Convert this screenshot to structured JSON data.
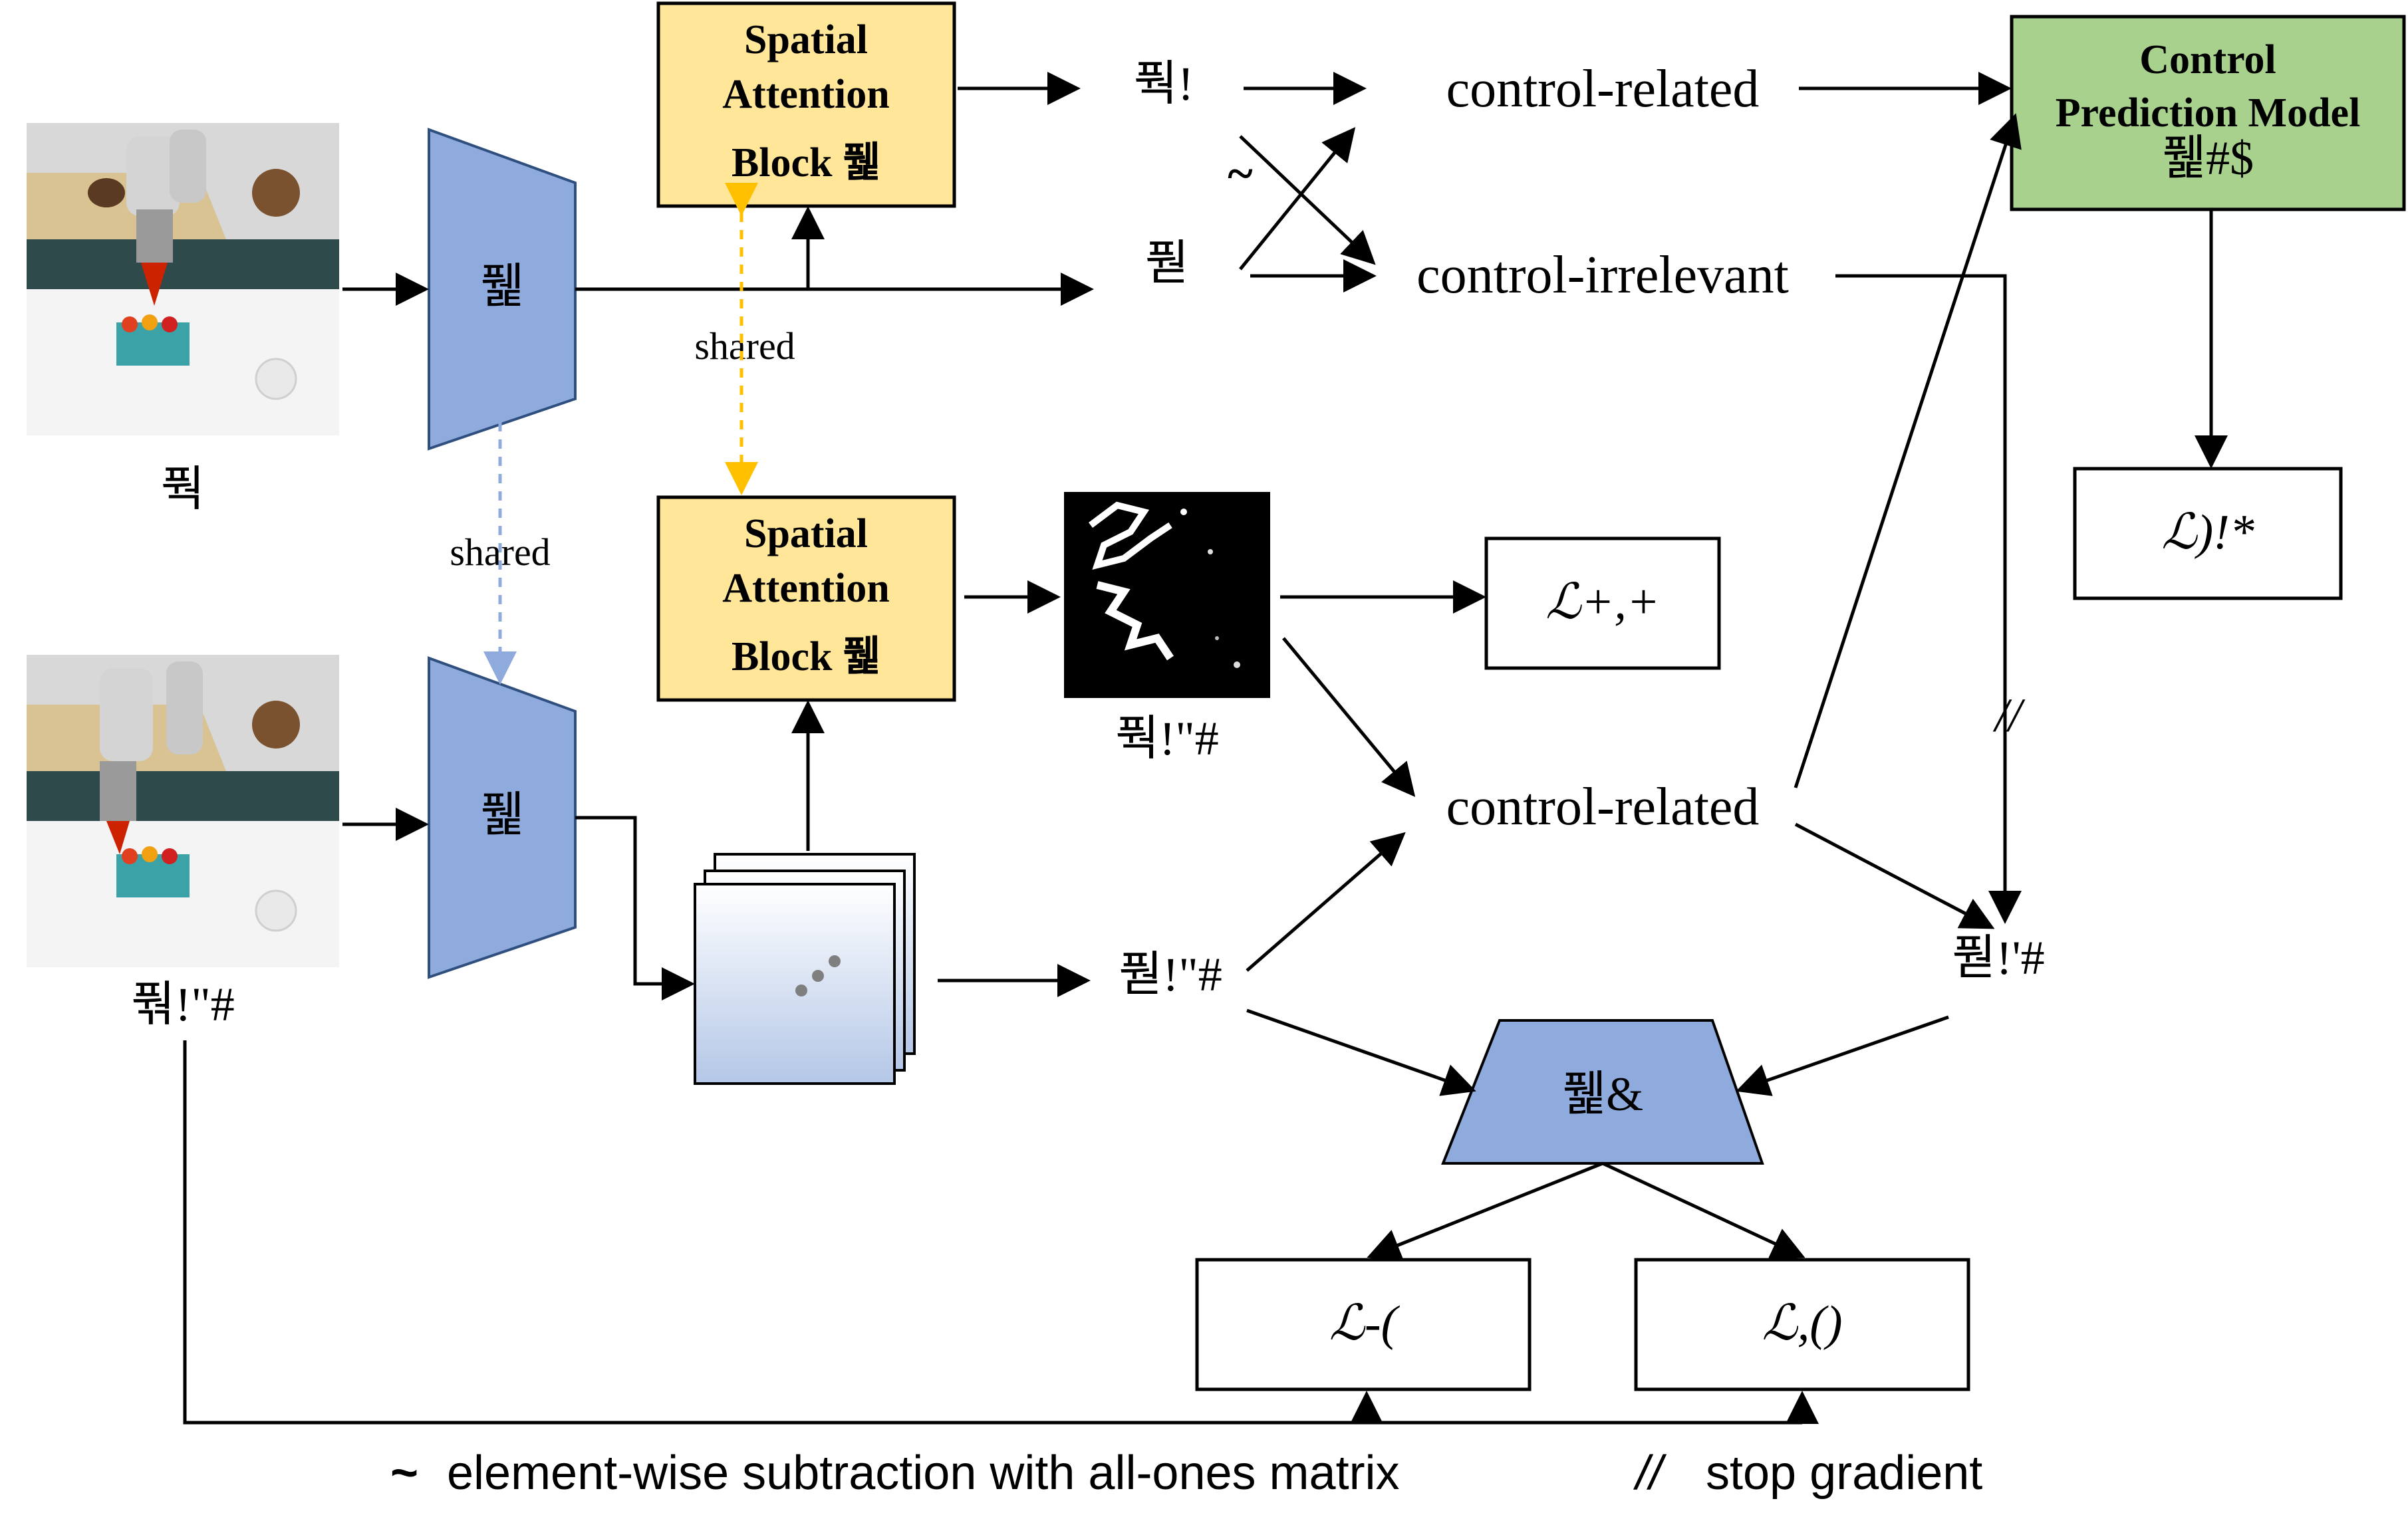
{
  "blocks": {
    "sab_top": [
      "Spatial",
      "Attention",
      "Block 풽"
    ],
    "sab_bottom": [
      "Spatial",
      "Attention",
      "Block 풽"
    ],
    "cpm": [
      "Control",
      "Prediction Model",
      "풽#$"
    ]
  },
  "encoders": {
    "top": "풽",
    "bottom": "풽",
    "decoder": "풽&"
  },
  "symbols": {
    "img_top": "풕",
    "img_bottom": "풖!\"#",
    "feat_rel_top": "풕!",
    "feat_irr_top": "풛",
    "mask_bottom": "풕!\"#",
    "feat_bottom": "풛!\"#",
    "combined": "풛!'#",
    "tilde": "~",
    "stop_grad": "//"
  },
  "labels": {
    "shared_left": "shared",
    "shared_center": "shared",
    "control_related_top": "control-related",
    "control_irrelevant": "control-irrelevant",
    "control_related_bottom": "control-related"
  },
  "losses": {
    "l_ip": "ℒ)!*",
    "l_mask": "ℒ+,+",
    "l_rec": "ℒ-(",
    "l_pred": "ℒ,()"
  },
  "legend": {
    "tilde_symbol": "~",
    "tilde_text": "element-wise subtraction with all-ones matrix",
    "stop_symbol": "//",
    "stop_text": "stop gradient"
  },
  "colors": {
    "encoder": "#8faadc",
    "attention_block": "#ffe699",
    "control_model": "#a9d18e",
    "shared_yellow": "#ffc000",
    "shared_blue": "#8faadc"
  }
}
